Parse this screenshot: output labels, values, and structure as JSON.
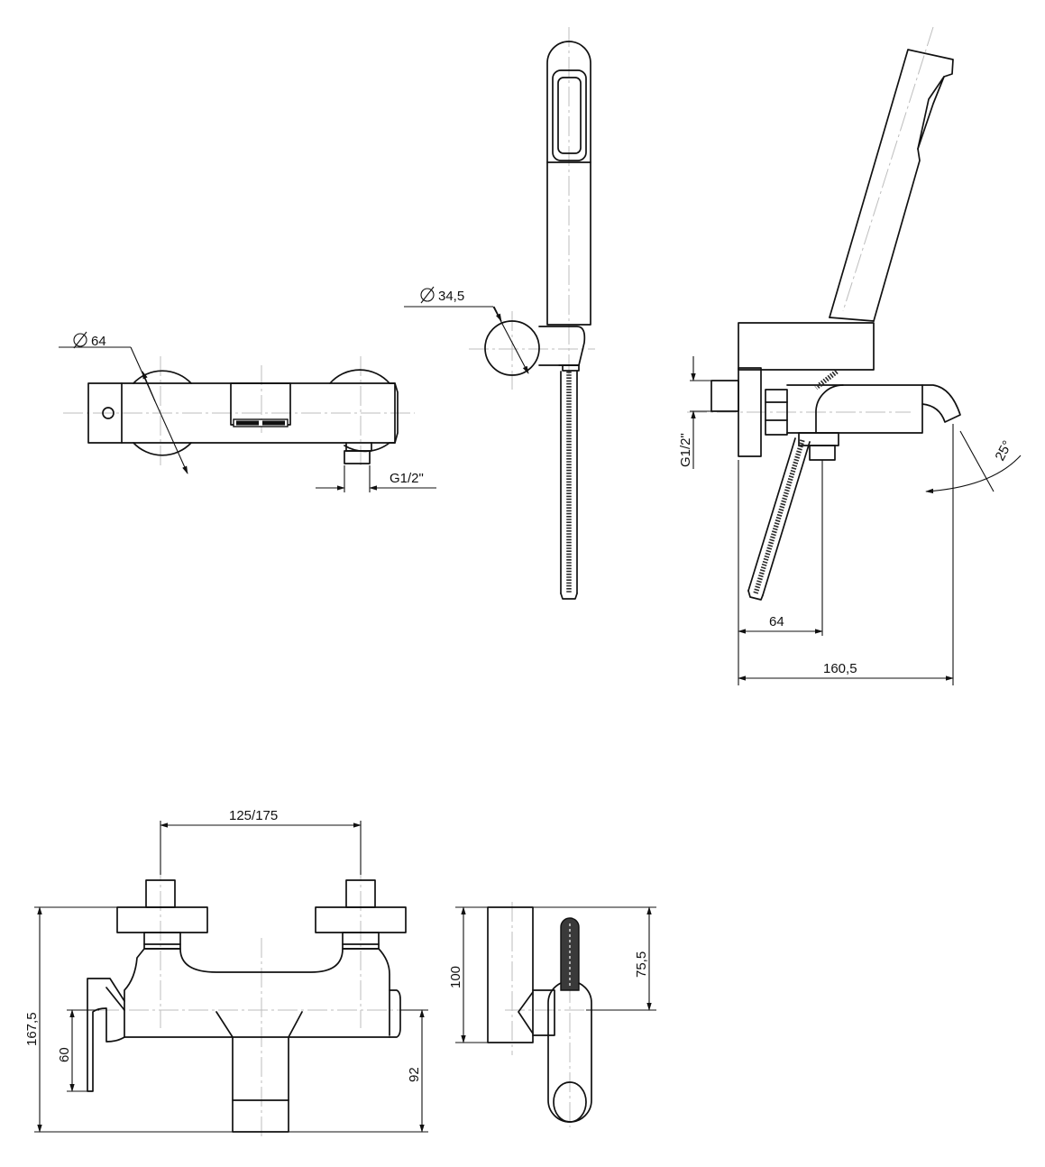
{
  "dimensions": {
    "mixer_diameter": "64",
    "holder_diameter": "34,5",
    "inlet_thread_top": "G1/2\"",
    "inlet_thread_side": "G1/2\"",
    "angle": "25°",
    "wall_to_holder": "64",
    "total_depth": "160,5",
    "center_distance": "125/175",
    "total_height": "167,5",
    "handle_height": "60",
    "spout_height": "92",
    "side_height": "100",
    "side_holder_height": "75,5"
  }
}
